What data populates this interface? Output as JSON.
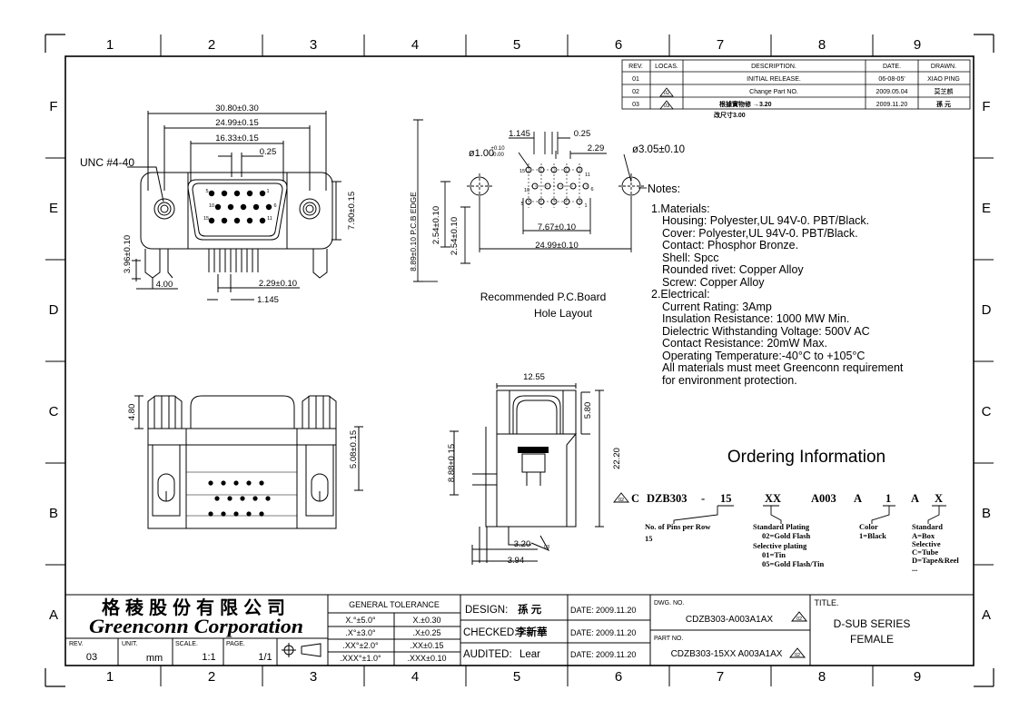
{
  "grid": {
    "columns": [
      "1",
      "2",
      "3",
      "4",
      "5",
      "6",
      "7",
      "8",
      "9"
    ],
    "rows": [
      "F",
      "E",
      "D",
      "C",
      "B",
      "A"
    ]
  },
  "revision_table": {
    "headers": [
      "REV.",
      "LOCAS.",
      "DESCRIPTION.",
      "DATE.",
      "DRAWN."
    ],
    "rows": [
      {
        "rev": "01",
        "locas": "",
        "desc": "INITIAL RELEASE.",
        "date": "06-08-05'",
        "drawn": "XIAO PING"
      },
      {
        "rev": "02",
        "locas": "02",
        "desc": "Change Part NO.",
        "date": "2009.05.04",
        "drawn": "莫芝麟"
      },
      {
        "rev": "03",
        "locas": "03",
        "desc": "根據實物修       →3.20",
        "desc2": "改尺寸3.00",
        "date": "2009.11.20",
        "drawn": "孫 元"
      }
    ]
  },
  "front_view": {
    "dims": [
      "30.80±0.30",
      "24.99±0.15",
      "16.33±0.15",
      "0.25",
      "7.90±0.15",
      "3.96±0.10",
      "4.00",
      "2.29±0.10",
      "1.145"
    ],
    "thread_label": "UNC #4-40",
    "pin_labels": [
      "5",
      "1",
      "10",
      "6",
      "15",
      "11"
    ]
  },
  "pcb_layout": {
    "dims": [
      "1.145",
      "0.25",
      "2.29",
      "ø1.00",
      "+0.10",
      "-0.00",
      "ø3.05±0.10",
      "7.67±0.10",
      "24.99±0.10",
      "2.54±0.10",
      "2.54±0.10",
      "8.89±0.10 P.C.B EDGE"
    ],
    "pin_labels": [
      "15",
      "11",
      "10",
      "6",
      "5",
      "1"
    ],
    "caption_line1": "Recommended P.C.Board",
    "caption_line2": "Hole Layout"
  },
  "notes": {
    "header": "Notes:",
    "lines": [
      "1.Materials:",
      "Housing: Polyester,UL 94V-0. PBT/Black.",
      "Cover: Polyester,UL 94V-0. PBT/Black.",
      "Contact: Phosphor Bronze.",
      "Shell: Spcc",
      "Rounded rivet: Copper Alloy",
      "Screw: Copper Alloy",
      "2.Electrical:",
      "Current Rating:   3Amp",
      "Insulation Resistance:   1000 MW Min.",
      "Dielectric Withstanding Voltage: 500V AC",
      "Contact Resistance:   20mW Max.",
      "Operating Temperature:-40°C to +105°C",
      "All materials must meet Greenconn requirement",
      "for environment protection."
    ]
  },
  "bottom_view": {
    "dims": [
      "4.80",
      "5.08±0.15"
    ]
  },
  "side_view": {
    "dims": [
      "12.55",
      "5.80",
      "22.20",
      "8.88±0.15",
      "3.20",
      "3.94"
    ],
    "rev_mark": "03"
  },
  "ordering": {
    "title": "Ordering Information",
    "code": [
      "C",
      "DZB303",
      "-",
      "15",
      "XX",
      "A003",
      "A",
      "1",
      "A",
      "X"
    ],
    "rev_mark": "02",
    "legend": [
      {
        "title": "No. of Pins per Row",
        "lines": [
          "15"
        ]
      },
      {
        "title": "Standard Plating",
        "lines": [
          "02=Gold Flash",
          "Selective plating",
          "01=Tin",
          "05=Gold Flash/Tin"
        ]
      },
      {
        "title": "Color",
        "lines": [
          "1=Black"
        ]
      },
      {
        "title": "Standard",
        "lines": [
          "A=Box",
          "Selective",
          "C=Tube",
          "D=Tape&Reel",
          "..."
        ]
      }
    ]
  },
  "title_block": {
    "company_cn": "格稜股份有限公司",
    "company_en": "Greenconn Corporation",
    "rev_label": "REV.",
    "rev": "03",
    "unit_label": "UNIT.",
    "unit": "mm",
    "scale_label": "SCALE.",
    "scale": "1:1",
    "page_label": "PAGE.",
    "page": "1/1",
    "tolerance_header": "GENERAL TOLERANCE",
    "tolerances": [
      [
        "X.°±5.0°",
        "X.±0.30"
      ],
      [
        ".X°±3.0°",
        ".X±0.25"
      ],
      [
        ".XX°±2.0°",
        ".XX±0.15"
      ],
      [
        ".XXX°±1.0°",
        ".XXX±0.10"
      ]
    ],
    "design_label": "DESIGN:",
    "design": "孫 元",
    "checked_label": "CHECKED:",
    "checked": "李新華",
    "audited_label": "AUDITED:",
    "audited": "Lear",
    "date_label": "DATE:",
    "date1": "2009.11.20",
    "date2": "2009.11.20",
    "date3": "2009.11.20",
    "dwg_label": "DWG. NO.",
    "dwg_no": "CDZB303-A003A1AX",
    "dwg_rev": "02",
    "part_label": "PART NO.",
    "part_no": "CDZB303-15XX A003A1AX",
    "part_rev": "02",
    "title_label": "TITLE.",
    "title_line1": "D-SUB SERIES",
    "title_line2": "FEMALE"
  }
}
